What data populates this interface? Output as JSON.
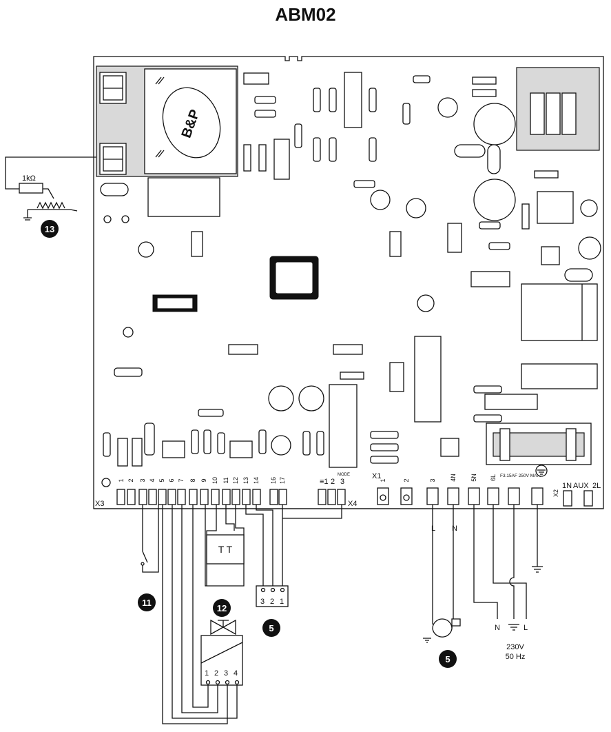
{
  "title": "ABM02",
  "logo_text": "B&P",
  "resistor_label": "1kΩ",
  "callouts": {
    "ionization": "13",
    "switch": "11",
    "valve": "12",
    "pump_sensor": "5",
    "pump": "5"
  },
  "connectors": {
    "x3": "X3",
    "x3_pins": [
      "1",
      "2",
      "3",
      "4",
      "5",
      "6",
      "7",
      "8",
      "9",
      "10",
      "11",
      "12",
      "13",
      "14",
      "16",
      "17"
    ],
    "x4": "X4",
    "x4_pins": [
      "≡1",
      "2",
      "3"
    ],
    "x1": "X1",
    "x1_pins": [
      "1",
      "2",
      "3",
      "4N",
      "5N",
      "6L"
    ],
    "x2": "X2",
    "x2_pins": [
      "1N",
      "AUX",
      "2L"
    ],
    "mode_text": "MODE",
    "fuse_text": "F3.15AF 250V MAX."
  },
  "wire_labels": {
    "pump_l": "L",
    "pump_n": "N",
    "mains_n": "N",
    "mains_l": "L",
    "thermostat": "T T"
  },
  "sensor_pins": [
    "3",
    "2",
    "1"
  ],
  "valve_pins": [
    "1",
    "2",
    "3",
    "4"
  ],
  "mains": {
    "voltage": "230V",
    "frequency": "50 Hz"
  }
}
